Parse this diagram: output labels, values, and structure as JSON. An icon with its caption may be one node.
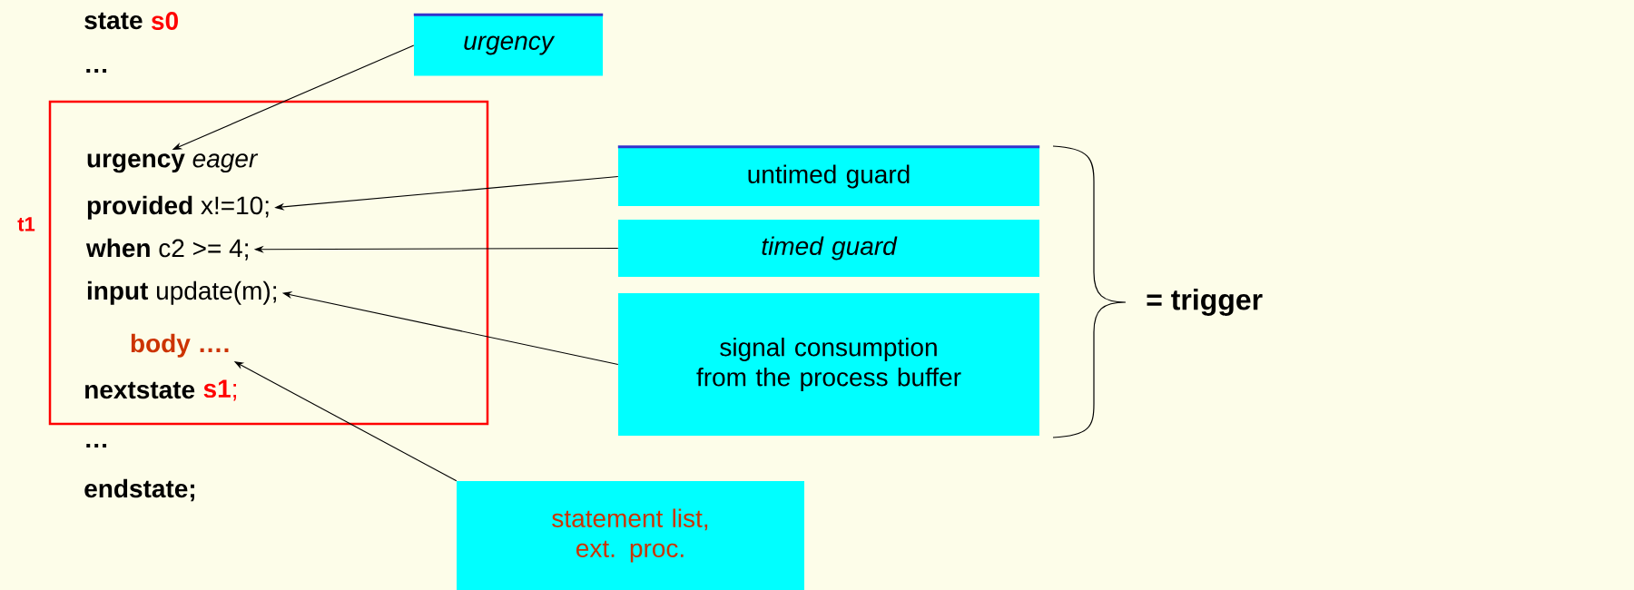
{
  "diagram": {
    "nodes": [
      {
        "text": [
          "urgency"
        ]
      },
      {
        "text": [],
        "shape": "box",
        "beside": [
          "t1"
        ]
      },
      {
        "text": [
          "**urgency** *eager*"
        ],
        "in": 1
      },
      {
        "text": [
          "**provided** x!=10;"
        ],
        "in": 1
      },
      {
        "text": [
          "**when** c2 >= 4;"
        ],
        "in": 1
      },
      {
        "text": [
          "**input** update(m);"
        ],
        "in": 1
      },
      {
        "text": [
          "body …."
        ],
        "in": 1
      },
      {
        "text": [
          "untimed guard"
        ]
      },
      {
        "text": [
          "timed guard"
        ]
      },
      {
        "text": [
          "signal consumption from the process buffer"
        ]
      },
      {
        "text": [
          "statement list, ext. proc."
        ]
      }
    ],
    "edges": [
      {
        "from": 0,
        "to": 2,
        "arrow": "to"
      },
      {
        "from": 7,
        "to": 3,
        "arrow": "to"
      },
      {
        "from": 8,
        "to": 4,
        "arrow": "to"
      },
      {
        "from": 9,
        "to": 5,
        "arrow": "to"
      },
      {
        "from": 10,
        "to": 6,
        "arrow": "to"
      }
    ],
    "labels": [
      "state",
      "s0",
      "…",
      "nextstate",
      "**s1**;",
      "…",
      "endstate;",
      "= trigger"
    ]
  }
}
